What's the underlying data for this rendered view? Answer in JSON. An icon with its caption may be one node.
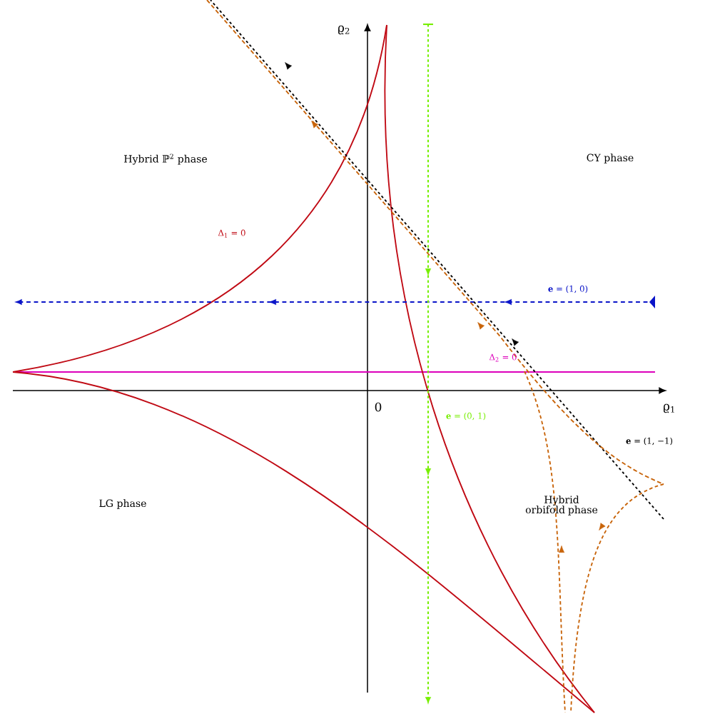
{
  "diagram": {
    "labels": [
      "ϱ$_{2}$",
      "Hybrid ℙ$^{2}$ phase",
      "CY phase",
      "Δ$_{1}$ = 0",
      "**e** = (1, 0)",
      "Δ$_{2}$ = 0",
      "0",
      "ϱ$_{1}$",
      "**e** = (0, 1)",
      "**e** = (1, −1)",
      "LG phase",
      "Hybrid orbifold phase"
    ]
  }
}
